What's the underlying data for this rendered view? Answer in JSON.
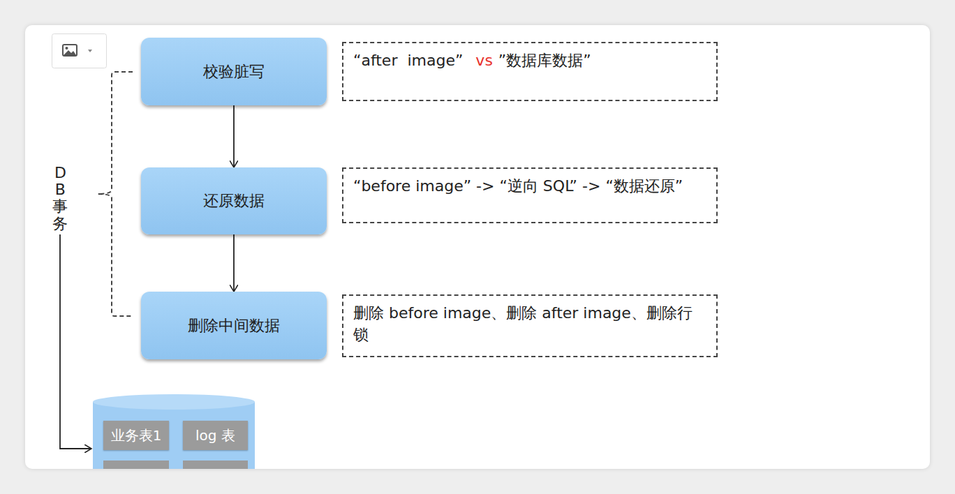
{
  "diagram": {
    "nodes": [
      {
        "text": [
          "校验脏写"
        ]
      },
      {
        "text": [
          "“after  image”",
          "vs",
          "”数据库数据”"
        ]
      },
      {
        "text": [
          "还原数据"
        ]
      },
      {
        "text": [
          "“before image” -> “逆向 SQL” -> “数据还原”"
        ]
      },
      {
        "text": [
          "删除中间数据"
        ]
      },
      {
        "text": [
          "删除 before image、删除 after image、删除行锁"
        ]
      },
      {
        "text": [
          "业务表1"
        ]
      },
      {
        "text": [
          "log 表"
        ]
      }
    ],
    "edges": [
      {
        "from": 0,
        "to": 2,
        "arrow": "to"
      },
      {
        "from": 2,
        "to": 4,
        "arrow": "to"
      }
    ],
    "labels": [
      "DB事务"
    ]
  }
}
